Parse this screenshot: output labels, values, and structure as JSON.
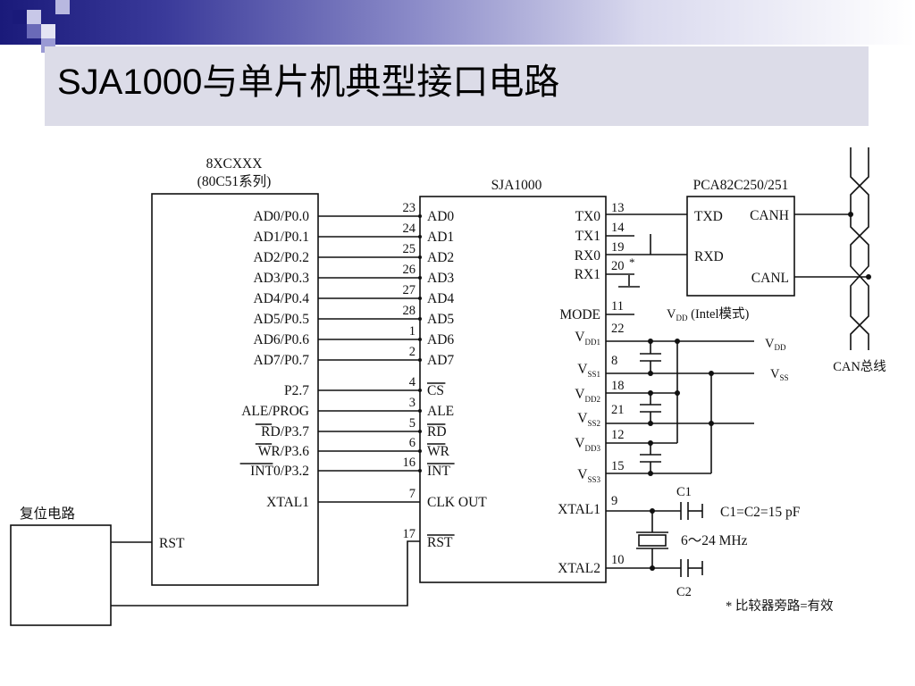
{
  "title": "SJA1000与单片机典型接口电路",
  "mcu": {
    "name": "8XCXXX",
    "subname": "(80C51系列)",
    "pins": [
      "AD0/P0.0",
      "AD1/P0.1",
      "AD2/P0.2",
      "AD3/P0.3",
      "AD4/P0.4",
      "AD5/P0.5",
      "AD6/P0.6",
      "AD7/P0.7",
      "P2.7",
      "ALE/PROG",
      "RD/P3.7",
      "WR/P3.6",
      "INT0/P3.2",
      "XTAL1"
    ],
    "rst": "RST"
  },
  "sja": {
    "name": "SJA1000",
    "left_pin_numbers": [
      "23",
      "24",
      "25",
      "26",
      "27",
      "28",
      "1",
      "2",
      "4",
      "3",
      "5",
      "6",
      "16",
      "7",
      "17"
    ],
    "left_pins": [
      "AD0",
      "AD1",
      "AD2",
      "AD3",
      "AD4",
      "AD5",
      "AD6",
      "AD7",
      "CS",
      "ALE",
      "RD",
      "WR",
      "INT",
      "CLK OUT",
      "RST"
    ],
    "right_pins": [
      "TX0",
      "TX1",
      "RX0",
      "RX1",
      "MODE",
      "V",
      "V",
      "V",
      "V",
      "V",
      "V",
      "XTAL1",
      "XTAL2"
    ],
    "right_pin_subs": [
      "",
      "",
      "",
      "",
      "",
      "DD1",
      "SS1",
      "DD2",
      "SS2",
      "DD3",
      "SS3",
      "",
      ""
    ],
    "right_pin_numbers": [
      "13",
      "14",
      "19",
      "20",
      "11",
      "22",
      "8",
      "18",
      "21",
      "12",
      "15",
      "9",
      "10"
    ],
    "star": "*"
  },
  "transceiver": {
    "name": "PCA82C250/251",
    "txd": "TXD",
    "rxd": "RXD",
    "canh": "CANH",
    "canl": "CANL"
  },
  "labels": {
    "mode_v": "V",
    "mode_sub": "DD",
    "mode_rest": " (Intel模式)",
    "vdd": "V",
    "vdd_sub": "DD",
    "vss": "V",
    "vss_sub": "SS",
    "can_bus": "CAN总线",
    "reset": "复位电路",
    "c1": "C1",
    "c2": "C2",
    "cap_eq": "C1=C2=15 pF",
    "crystal": "6～24 MHz",
    "note": "* 比较器旁路=有效"
  }
}
